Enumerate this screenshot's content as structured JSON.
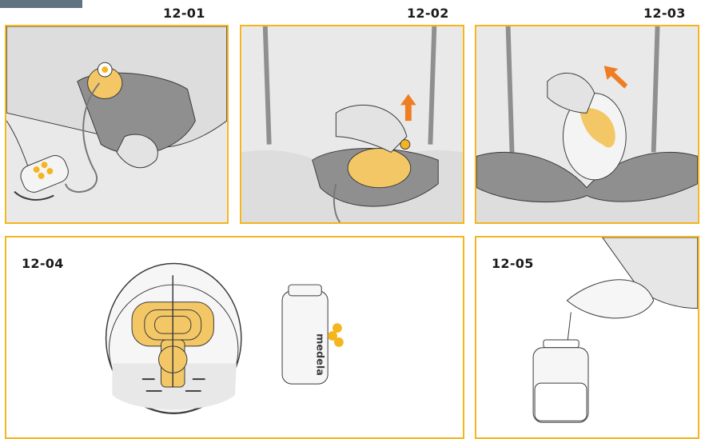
{
  "steps": [
    {
      "id": "12-01"
    },
    {
      "id": "12-02"
    },
    {
      "id": "12-03"
    },
    {
      "id": "12-04"
    },
    {
      "id": "12-05"
    }
  ],
  "bottle_brand": "medela",
  "colors": {
    "frame": "#f5b51f",
    "header_tab": "#5f7480",
    "bra": "#8f8f8f",
    "skin": "#e6e6e6",
    "breast_shield": "#f3c766",
    "arrow": "#ef7d22",
    "line": "#3a3a3a"
  }
}
